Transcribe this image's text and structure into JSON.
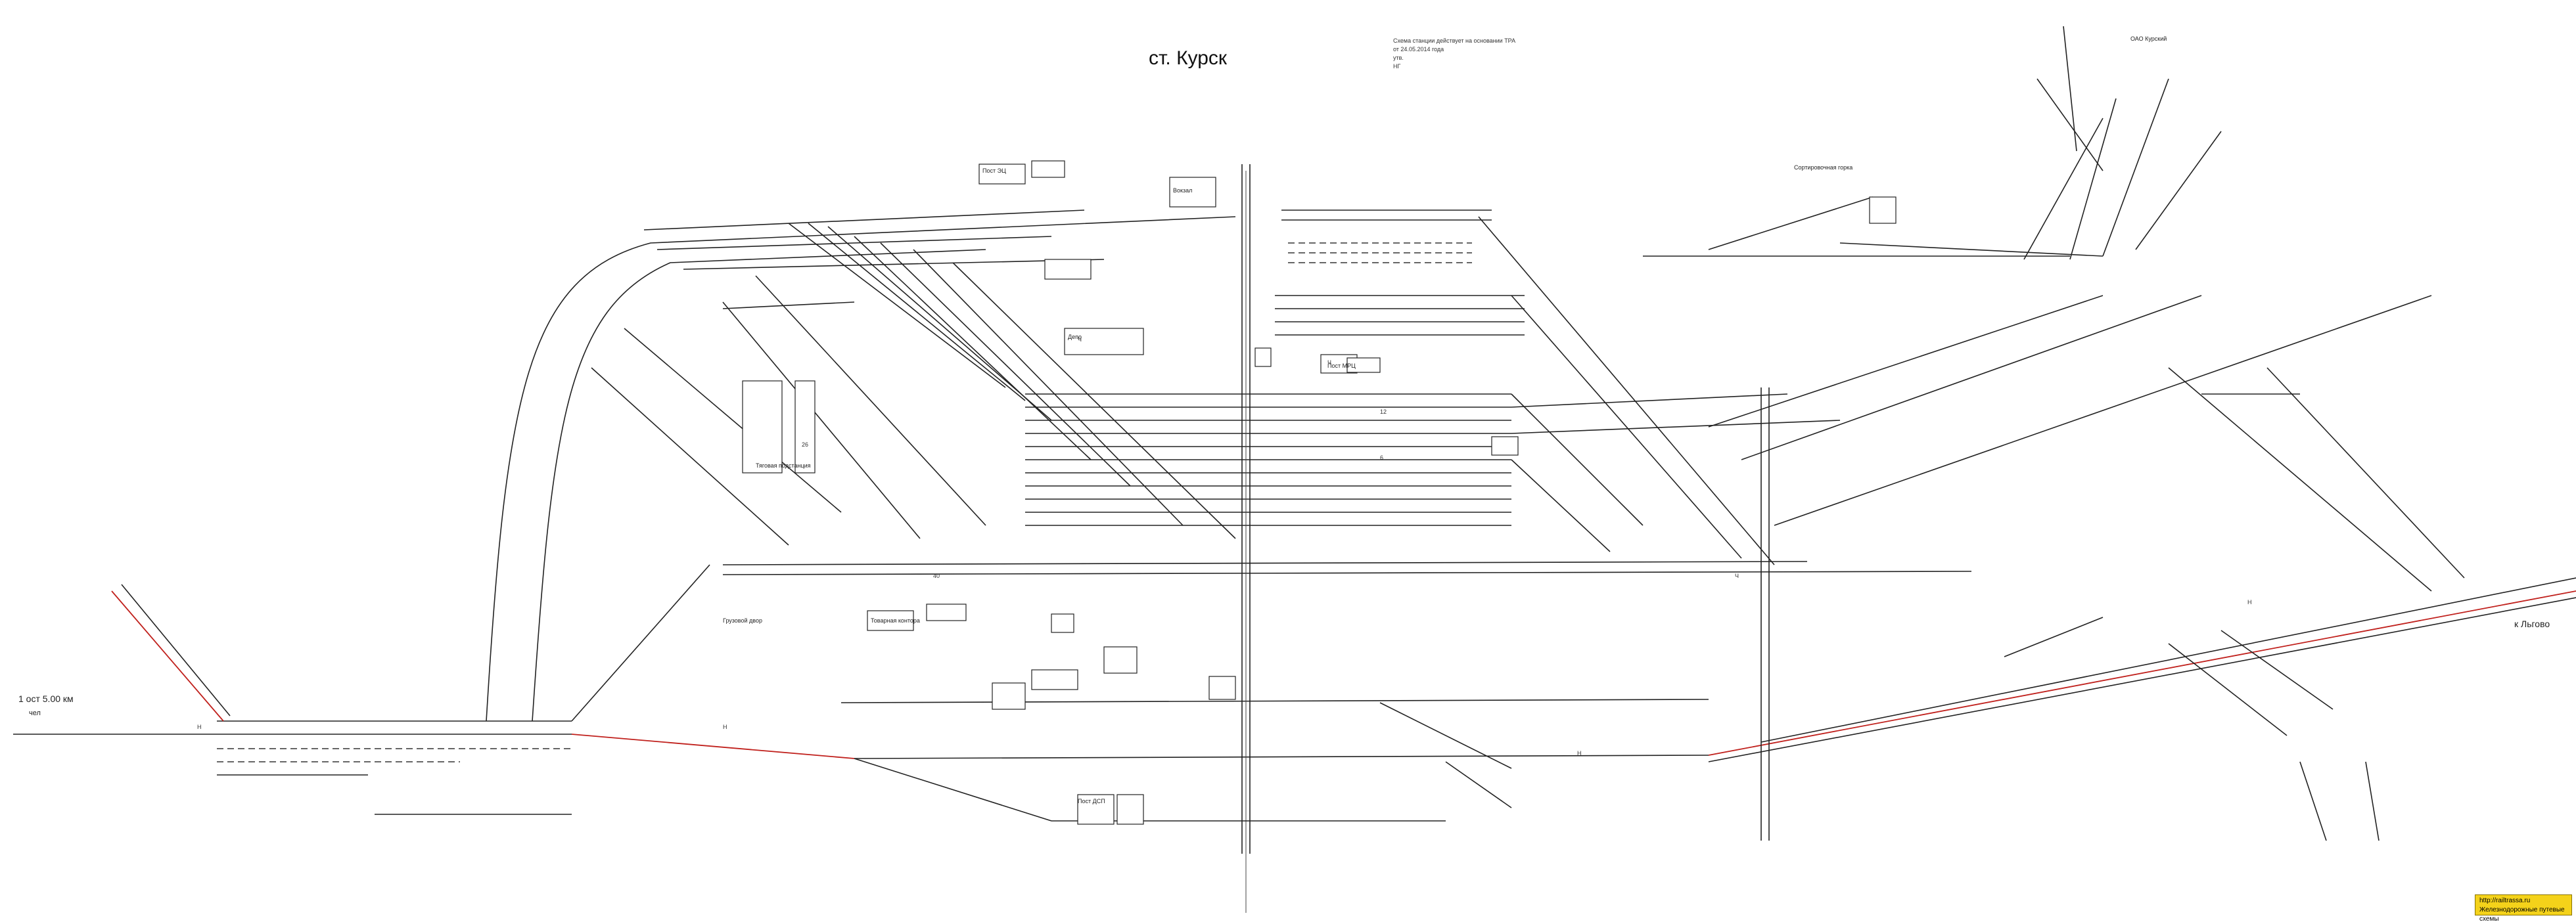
{
  "title": "ст. Курск",
  "left_edge_label": "1 ост 5.00 км",
  "left_edge_small": "чел",
  "right_edge_label": "к Льгово",
  "top_right_label": "ОАО Курский",
  "notes": [
    "Схема станции действует на основании ТРА",
    "от 24.05.2014 года",
    "утв.",
    "НГ"
  ],
  "watermark": {
    "line1": "http://railtrassa.ru",
    "line2": "Железнодорожные путевые схемы"
  },
  "callouts": [
    "Пост ЭЦ",
    "Вокзал",
    "Депо",
    "Тяговая подстанция",
    "Грузовой двор",
    "Товарная контора",
    "Пост МРЦ",
    "Сортировочная горка",
    "Пост ДСП"
  ],
  "colors": {
    "track": "#222222",
    "main_line": "#c0201c",
    "background": "#ffffff",
    "watermark_bg": "#f4d21a"
  }
}
